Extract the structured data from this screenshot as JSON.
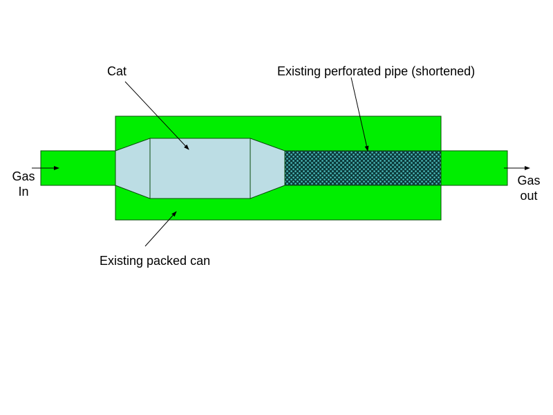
{
  "labels": {
    "cat": "Cat",
    "perforated_pipe": "Existing perforated pipe (shortened)",
    "packed_can": "Existing packed can",
    "gas_in_line1": "Gas",
    "gas_in_line2": "In",
    "gas_out_line1": "Gas",
    "gas_out_line2": "out"
  },
  "colors": {
    "can_green": "#00ee00",
    "cat_blue": "#bcdde4",
    "outline": "#0a4a0a",
    "perforation_dark": "#0b3a3a",
    "perforation_light": "#4fbfbf"
  }
}
